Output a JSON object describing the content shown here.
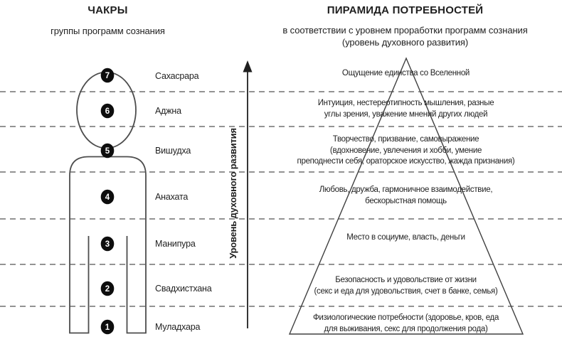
{
  "left_panel": {
    "title": "ЧАКРЫ",
    "subtitle": "группы программ сознания",
    "chakras": [
      {
        "number": "7",
        "name": "Сахасрара"
      },
      {
        "number": "6",
        "name": "Аджна"
      },
      {
        "number": "5",
        "name": "Вишудха"
      },
      {
        "number": "4",
        "name": "Анахата"
      },
      {
        "number": "3",
        "name": "Манипура"
      },
      {
        "number": "2",
        "name": "Свадхистхана"
      },
      {
        "number": "1",
        "name": "Муладхара"
      }
    ]
  },
  "axis": {
    "label": "Уровень духовного развития"
  },
  "right_panel": {
    "title": "ПИРАМИДА ПОТРЕБНОСТЕЙ",
    "subtitle_line1": "в соответствии с уровнем проработки программ сознания",
    "subtitle_line2": "(уровень духовного развития)",
    "levels": [
      {
        "level": 7,
        "lines": [
          "Ощущение единства со Вселенной"
        ]
      },
      {
        "level": 6,
        "lines": [
          "Интуиция, нестереотипность мышления, разные",
          "углы зрения, уважение мнений других людей"
        ]
      },
      {
        "level": 5,
        "lines": [
          "Творчество, призвание, самовыражение",
          "(вдохновение, увлечения и хобби, умение",
          "преподнести себя, ораторское искусство, жажда признания)"
        ]
      },
      {
        "level": 4,
        "lines": [
          "Любовь, дружба, гармоничное взаимодействие,",
          "бескорыстная помощь"
        ]
      },
      {
        "level": 3,
        "lines": [
          "Место в социуме, власть, деньги"
        ]
      },
      {
        "level": 2,
        "lines": [
          "Безопасность и удовольствие от жизни",
          "(секс и еда для удовольствия, счет в банке, семья)"
        ]
      },
      {
        "level": 1,
        "lines": [
          "Физиологические потребности (здоровье, кров, еда",
          "для выживания, секс для продолжения рода)"
        ]
      }
    ]
  },
  "colors": {
    "background": "#ffffff",
    "text": "#1f1f1f",
    "divider_gray": "#939393",
    "figure_stroke": "#4d4d4d",
    "pyramid_stroke": "#404040",
    "chakra_fill": "#0d0d0d",
    "chakra_number": "#ffffff"
  }
}
